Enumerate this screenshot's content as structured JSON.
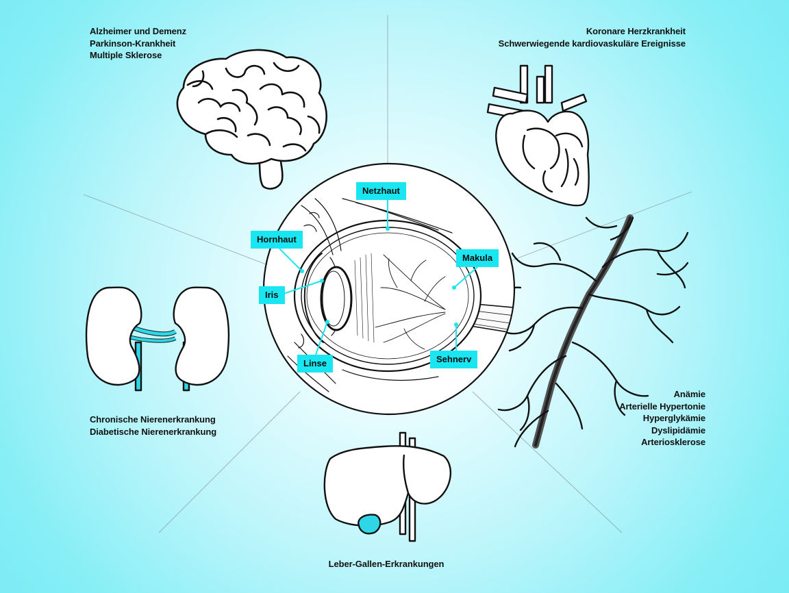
{
  "regions": {
    "brain": {
      "lines": [
        "Alzheimer und Demenz",
        "Parkinson-Krankheit",
        "Multiple Sklerose"
      ]
    },
    "heart": {
      "lines": [
        "Koronare Herzkrankheit",
        "Schwerwiegende kardiovaskuläre Ereignisse"
      ]
    },
    "vessels": {
      "lines": [
        "Anämie",
        "Arterielle Hypertonie",
        "Hyperglykämie",
        "Dyslipidämie",
        "Arteriosklerose"
      ]
    },
    "liver": {
      "lines": [
        "Leber-Gallen-Erkrankungen"
      ]
    },
    "kidneys": {
      "lines": [
        "Chronische Nierenerkrankung",
        "Diabetische Nierenerkrankung"
      ]
    }
  },
  "eye_labels": {
    "netzhaut": "Netzhaut",
    "hornhaut": "Hornhaut",
    "makula": "Makula",
    "iris": "Iris",
    "linse": "Linse",
    "sehnerv": "Sehnerv"
  },
  "colors": {
    "label_fill": "#19e6f0",
    "background": "#6ae8f2",
    "accent": "#2fd6e6"
  }
}
